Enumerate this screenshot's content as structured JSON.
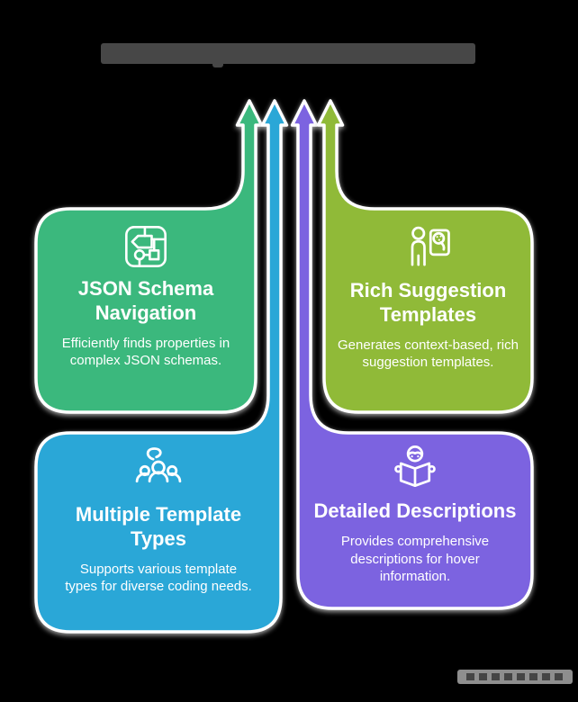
{
  "page": {
    "background": "#000000"
  },
  "title": {
    "text": "",
    "redacted": true,
    "bar_color": "#474747"
  },
  "watermark": {
    "text": "",
    "redacted": true,
    "pill_color": "#8e8e8e"
  },
  "arrows": [
    {
      "name": "arrow-green",
      "color": "#3ab87d"
    },
    {
      "name": "arrow-blue",
      "color": "#2ba7d7"
    },
    {
      "name": "arrow-purple",
      "color": "#7b64e0"
    },
    {
      "name": "arrow-olive",
      "color": "#90ba37"
    }
  ],
  "cards": [
    {
      "id": "json-schema-navigation",
      "heading": "JSON Schema Navigation",
      "description": "Efficiently finds properties in complex JSON schemas.",
      "color": "#3ab87d",
      "icon": "schema-diagram-icon"
    },
    {
      "id": "rich-suggestion-templates",
      "heading": "Rich Suggestion Templates",
      "description": "Generates context-based, rich suggestion templates.",
      "color": "#90ba37",
      "icon": "artist-presentation-icon"
    },
    {
      "id": "multiple-template-types",
      "heading": "Multiple Template Types",
      "description": "Supports various template types for diverse coding needs.",
      "color": "#2ba7d7",
      "icon": "team-people-icon"
    },
    {
      "id": "detailed-descriptions",
      "heading": "Detailed Descriptions",
      "description": "Provides comprehensive descriptions for hover information.",
      "color": "#7b64e0",
      "icon": "person-reading-icon"
    }
  ]
}
